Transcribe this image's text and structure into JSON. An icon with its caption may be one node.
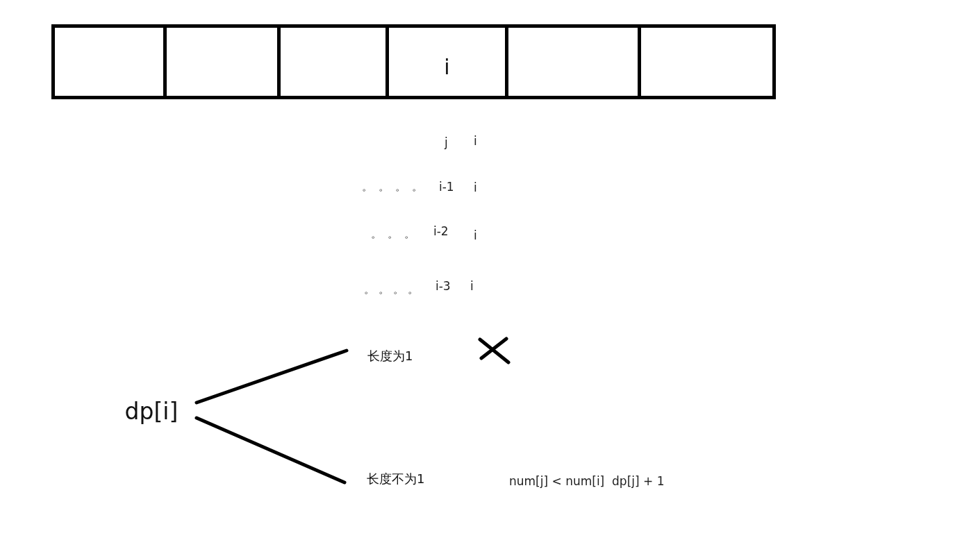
{
  "diagram": {
    "nodes": [
      {
        "text": [],
        "shape": "box"
      },
      {
        "text": [],
        "shape": "box"
      },
      {
        "text": [],
        "shape": "box"
      },
      {
        "text": [
          "i"
        ]
      },
      {
        "text": [],
        "shape": "box"
      },
      {
        "text": [],
        "shape": "box"
      },
      {
        "text": [
          "dp[i]"
        ]
      },
      {
        "text": [
          "长度为1"
        ]
      },
      {
        "text": [
          "长度不为1"
        ]
      }
    ],
    "edges": [
      {
        "from": 6,
        "to": 7,
        "arrow": "none"
      },
      {
        "from": 6,
        "to": 8,
        "arrow": "none"
      }
    ],
    "labels": [
      "j",
      "i",
      "。。。。",
      "i-1",
      "i",
      "。。。",
      "i-2",
      "i",
      "。。。。",
      "i-3",
      "i",
      "num[j] < num[i]  dp[j] + 1"
    ]
  }
}
